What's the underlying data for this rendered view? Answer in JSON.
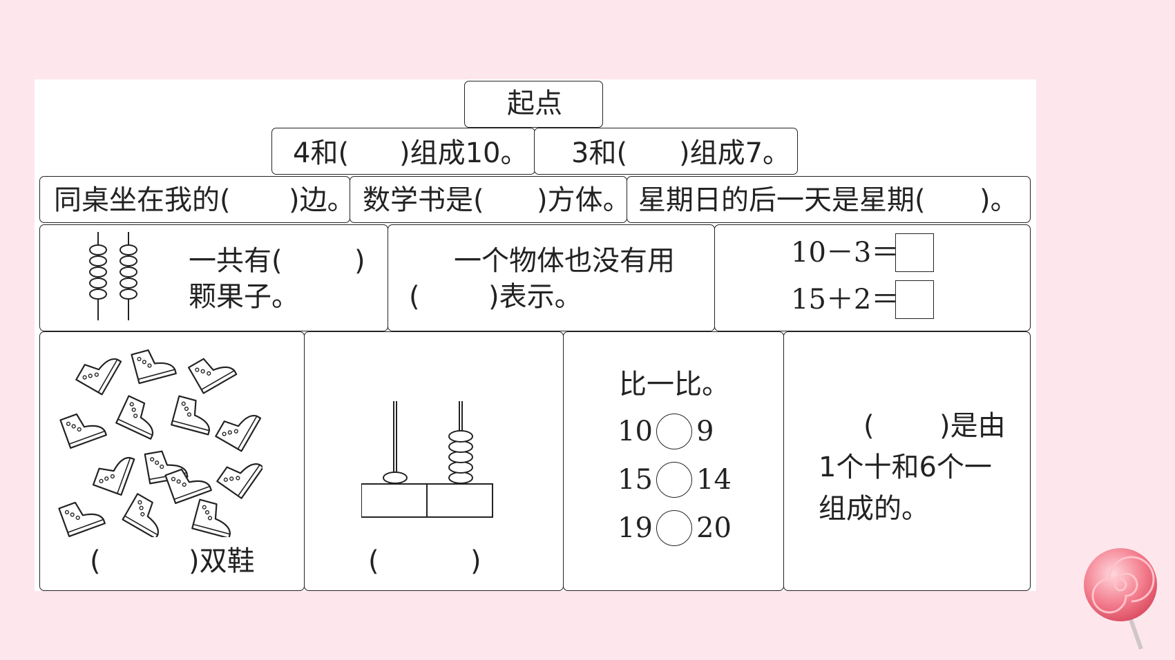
{
  "start": "起点",
  "row1": [
    "4和(",
    ")组成10。",
    "3和(",
    ")组成7。"
  ],
  "row2": [
    {
      "left": "同桌坐在我的(",
      "right": ")边。"
    },
    {
      "left": "数学书是(",
      "right": ")方体。"
    },
    {
      "left": "星期日的后一天是星期(",
      "right": ")。"
    }
  ],
  "row3": {
    "beads_q": {
      "line1_left": "一共有(",
      "line1_right": ")",
      "line2": "颗果子。"
    },
    "zero_q": {
      "line1": "一个物体也没有用",
      "line2_left": "(",
      "line2_right": ")表示。"
    },
    "calc": {
      "eq1": "10－3＝",
      "eq2": "15＋2＝"
    }
  },
  "row4": {
    "shoes": {
      "left": "(",
      "right": ")双鞋"
    },
    "abacus": {
      "left": "(",
      "right": ")"
    },
    "compare": {
      "title": "比一比。",
      "pairs": [
        [
          "10",
          "9"
        ],
        [
          "15",
          "14"
        ],
        [
          "19",
          "20"
        ]
      ]
    },
    "number_q": {
      "line1_left": "(",
      "line1_right": ")是由",
      "line2": "1个十和6个一",
      "line3": "组成的。"
    }
  },
  "colors": {
    "background": "#fde6ec",
    "sheet": "#ffffff",
    "ink": "#222222",
    "lollipop": "#f06a7c"
  },
  "icons": [
    "bead-stick-icon",
    "shoe-icon",
    "abacus-icon",
    "lollipop-icon"
  ]
}
